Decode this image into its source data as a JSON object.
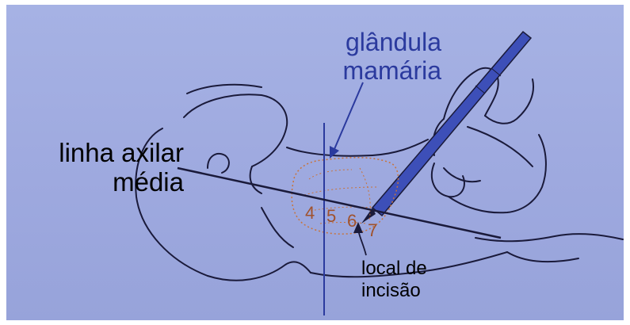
{
  "labels": {
    "axillary_line": [
      "linha axilar",
      "média"
    ],
    "mammary_gland": [
      "glândula",
      "mamária"
    ],
    "incision_site": [
      "local de",
      "incisão"
    ]
  },
  "intercostal_numbers": [
    "4",
    "5",
    "6",
    "7"
  ],
  "colors": {
    "background": "#9ea9df",
    "outline": "#1a1a3a",
    "accent_blue": "#2b3a9e",
    "numbers": "#a0522d",
    "gland_dots": "#c8733a"
  }
}
